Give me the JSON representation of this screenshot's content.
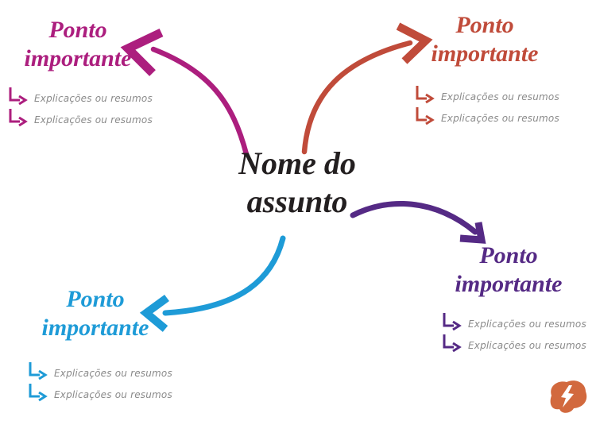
{
  "colors": {
    "magenta": "#ac1e7e",
    "red": "#c04b3a",
    "blue": "#1e9bd7",
    "purple": "#552a85",
    "gray_text": "#8a8a8a",
    "ink": "#231f20",
    "logo_orange": "#d2693e",
    "background": "#ffffff"
  },
  "center": {
    "title_line1": "Nome do",
    "title_line2": "assunto"
  },
  "branches": {
    "top_left": {
      "position": "top-left",
      "color": "#ac1e7e",
      "title_line1": "Ponto",
      "title_line2": "importante",
      "bullets": [
        "Explicações ou resumos",
        "Explicações ou resumos"
      ]
    },
    "top_right": {
      "position": "top-right",
      "color": "#c04b3a",
      "title_line1": "Ponto",
      "title_line2": "importante",
      "bullets": [
        "Explicações ou resumos",
        "Explicações ou resumos"
      ]
    },
    "bottom_left": {
      "position": "bottom-left",
      "color": "#1e9bd7",
      "title_line1": "Ponto",
      "title_line2": "importante",
      "bullets": [
        "Explicações ou resumos",
        "Explicações ou resumos"
      ]
    },
    "bottom_right": {
      "position": "bottom-right",
      "color": "#552a85",
      "title_line1": "Ponto",
      "title_line2": "importante",
      "bullets": [
        "Explicações ou resumos",
        "Explicações ou resumos"
      ]
    }
  },
  "logo": {
    "icon": "brain-lightning-logo",
    "color": "#d2693e",
    "bolt_color": "#ffffff"
  }
}
